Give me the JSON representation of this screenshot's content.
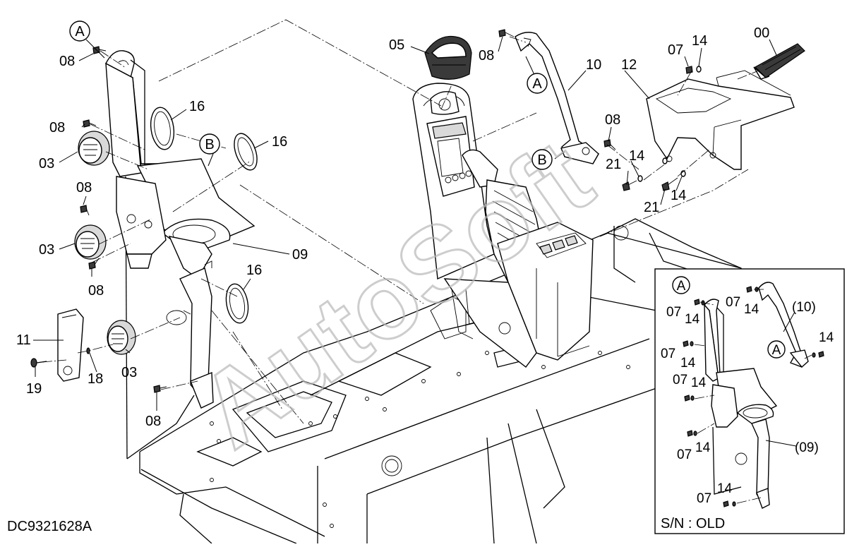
{
  "diagram_code": "DC9321628A",
  "watermark": "AutoSoft",
  "reference_letters": {
    "a": "A",
    "b": "B"
  },
  "inset": {
    "caption": "S/N : OLD"
  },
  "part_labels": {
    "p00": "00",
    "p03": "03",
    "p05": "05",
    "p07": "07",
    "p08": "08",
    "p09": "09",
    "p10": "10",
    "p11": "11",
    "p12": "12",
    "p14": "14",
    "p16": "16",
    "p18": "18",
    "p19": "19",
    "p21": "21",
    "p09_old": "(09)",
    "p10_old": "(10)"
  },
  "colors": {
    "line": "#000000",
    "fill": "#ffffff",
    "shade": "#d9d9d9",
    "watermark": "#b8b8b8"
  }
}
